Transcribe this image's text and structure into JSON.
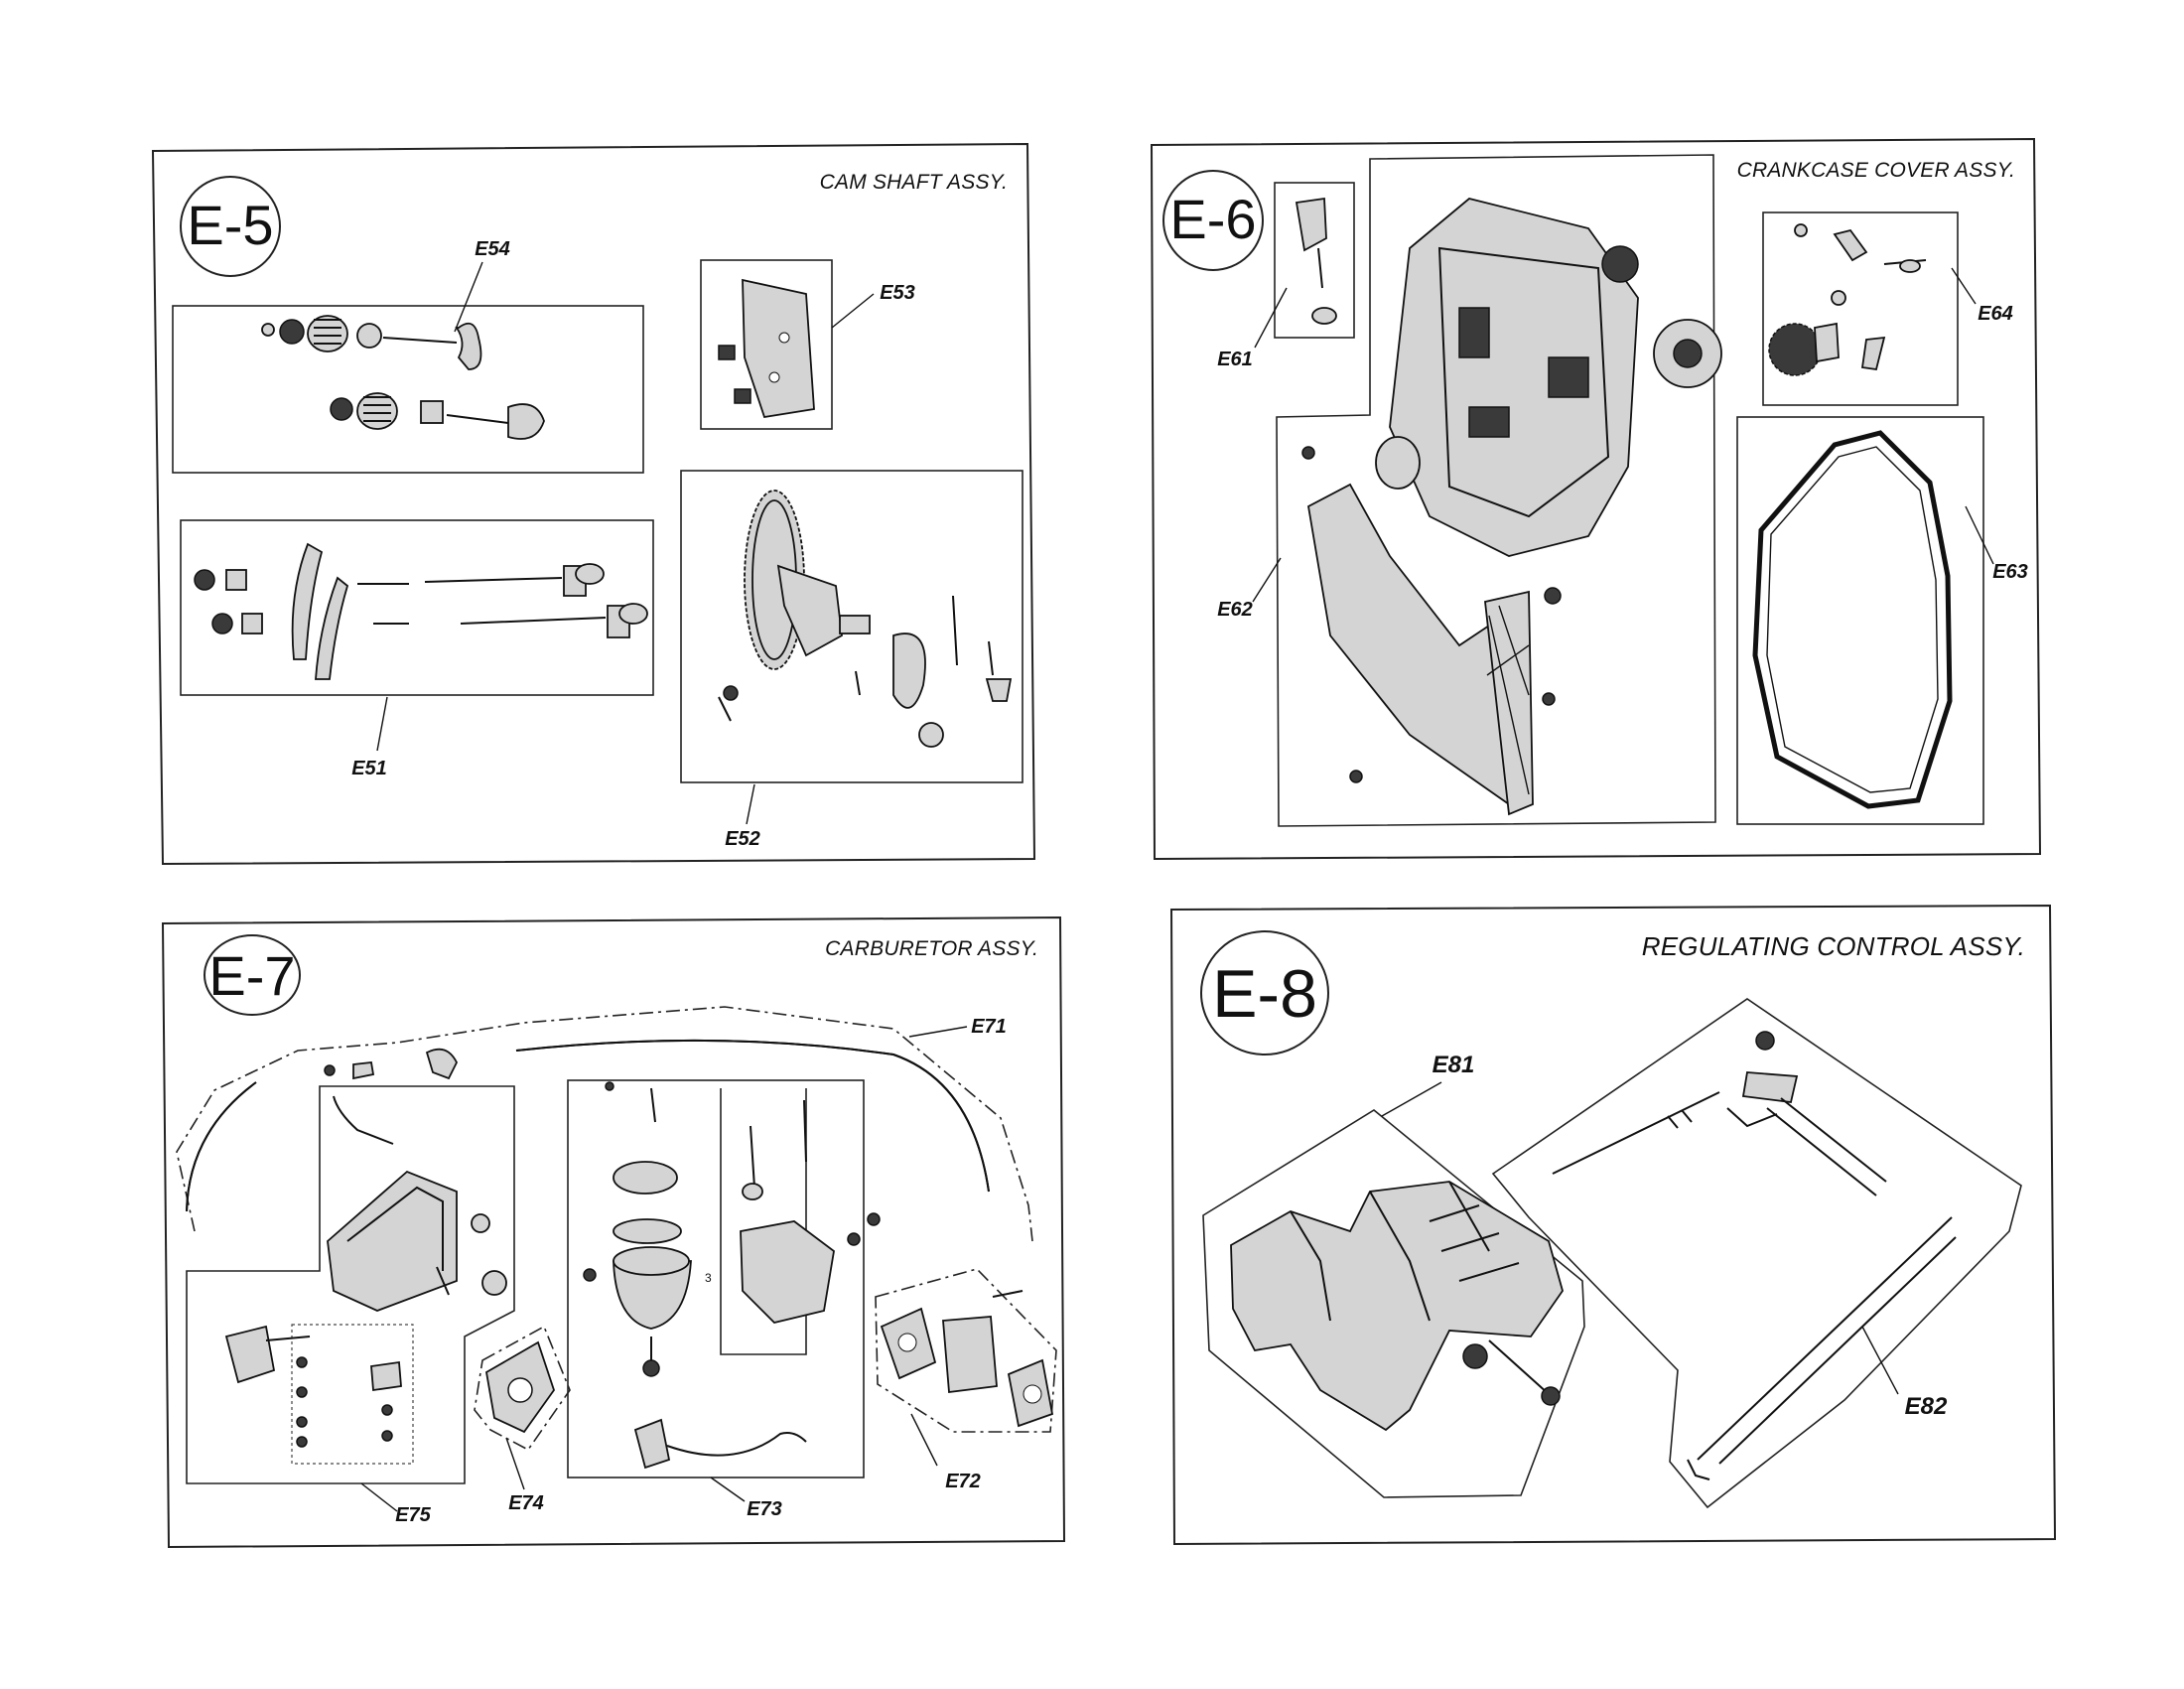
{
  "panels": {
    "e5": {
      "code": "E-5",
      "title": "CAM SHAFT ASSY.",
      "labels": {
        "e54": "E54",
        "e53": "E53",
        "e51": "E51",
        "e52": "E52"
      }
    },
    "e6": {
      "code": "E-6",
      "title": "CRANKCASE COVER ASSY.",
      "labels": {
        "e61": "E61",
        "e62": "E62",
        "e63": "E63",
        "e64": "E64"
      }
    },
    "e7": {
      "code": "E-7",
      "title": "CARBURETOR ASSY.",
      "labels": {
        "e71": "E71",
        "e72": "E72",
        "e73": "E73",
        "e74": "E74",
        "e75": "E75"
      },
      "callout": "3"
    },
    "e8": {
      "code": "E-8",
      "title": "REGULATING CONTROL ASSY.",
      "labels": {
        "e81": "E81",
        "e82": "E82"
      }
    }
  }
}
